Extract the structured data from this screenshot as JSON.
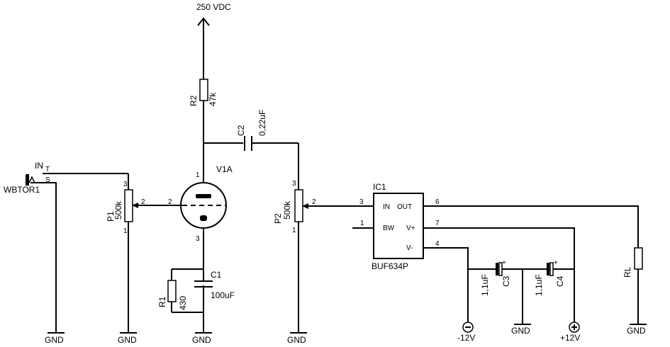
{
  "power": {
    "hv": "250 VDC",
    "neg": "-12V",
    "pos": "+12V",
    "gnd": "GND"
  },
  "input": {
    "name": "WBTOR1",
    "label_main": "IN",
    "label_sub": "T",
    "pin_s": "S"
  },
  "tube": {
    "name": "V1A",
    "pin_plate": "1",
    "pin_grid": "2",
    "pin_cathode": "3"
  },
  "r2": {
    "name": "R2",
    "value": "47k"
  },
  "r1": {
    "name": "R1",
    "value": "430"
  },
  "c1": {
    "name": "C1",
    "value": "100uF"
  },
  "c2": {
    "name": "C2",
    "value": "0,22uF"
  },
  "p1": {
    "name": "P1",
    "value": "500k",
    "pin1": "1",
    "pin2": "2",
    "pin3": "3"
  },
  "p2": {
    "name": "P2",
    "value": "500k",
    "pin1": "1",
    "pin2": "2",
    "pin3": "3"
  },
  "ic": {
    "name": "IC1",
    "part": "BUF634P",
    "in": "IN",
    "out": "OUT",
    "bw": "BW",
    "vpos": "V+",
    "vneg": "V-",
    "pin_in": "3",
    "pin_bw": "1",
    "pin_out": "6",
    "pin_vpos": "7",
    "pin_vneg": "4"
  },
  "c3": {
    "name": "C3",
    "value": "1,1uF",
    "pol": "+"
  },
  "c4": {
    "name": "C4",
    "value": "1,1uF",
    "pol": "+"
  },
  "rl": {
    "name": "RL"
  }
}
